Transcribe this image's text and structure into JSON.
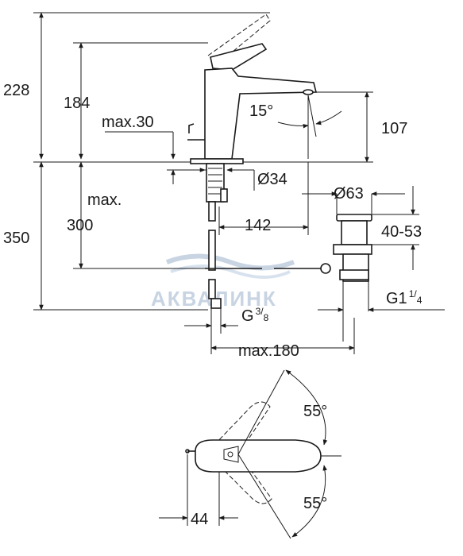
{
  "watermark": {
    "brand": "АКВАЛИНК"
  },
  "dimensions": {
    "total_height_above": "228",
    "spout_height": "184",
    "deck_max": "max.30",
    "spout_angle": "15°",
    "spout_rise": "107",
    "hole_diameter": "Ø34",
    "max_label": "max.",
    "max_below": "300",
    "total_below": "350",
    "reach": "142",
    "waste_diameter": "Ø63",
    "waste_thickness": "40-53",
    "connection_g_main": "G",
    "connection_g_num": "3",
    "connection_g_den": "8",
    "waste_thread_main": "G1",
    "waste_thread_num": "1",
    "waste_thread_den": "4",
    "lever_max": "max.180",
    "swing_upper": "55°",
    "swing_lower": "55°",
    "lever_offset": "44"
  }
}
